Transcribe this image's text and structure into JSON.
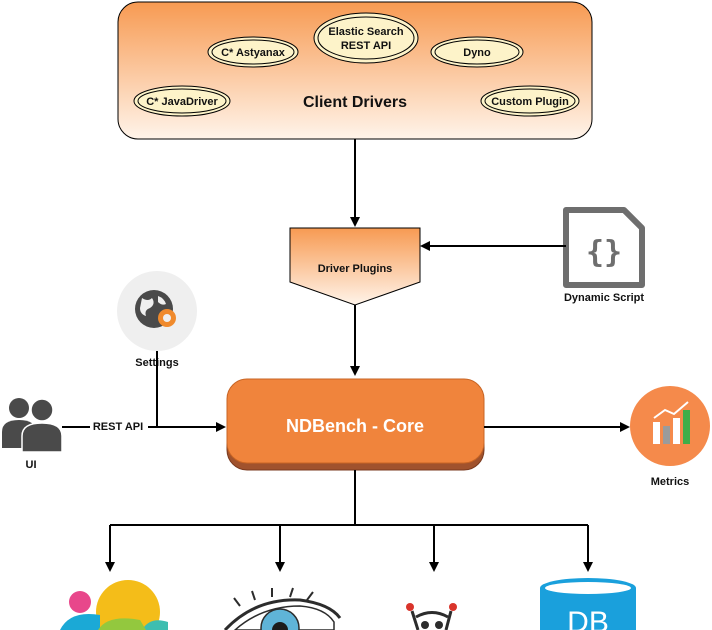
{
  "client_drivers": {
    "title": "Client Drivers",
    "drivers": [
      "C* Astyanax",
      "Dyno",
      "C* JavaDriver",
      "Custom Plugin"
    ],
    "elastic_line1": "Elastic Search",
    "elastic_line2": "REST API"
  },
  "driver_plugins": {
    "label": "Driver Plugins"
  },
  "dynamic_script": {
    "label": "Dynamic Script"
  },
  "settings": {
    "label": "Settings"
  },
  "ui": {
    "label": "UI"
  },
  "rest_api": {
    "label": "REST API"
  },
  "core": {
    "label": "NDBench - Core"
  },
  "metrics": {
    "label": "Metrics"
  },
  "backends": {
    "db_label": "DB",
    "icons": [
      "elasticsearch-logo",
      "cassandra-eye-logo",
      "dynomite-logo",
      "database-icon"
    ]
  },
  "colors": {
    "orange_fill": "#f7a35c",
    "core_fill": "#f0843c",
    "core_shadow": "#a0522d",
    "ellipse_fill": "#fdf3c9",
    "db_blue": "#1aa0dc",
    "metrics_fill": "#f58a4b",
    "settings_bg": "#efefef"
  }
}
